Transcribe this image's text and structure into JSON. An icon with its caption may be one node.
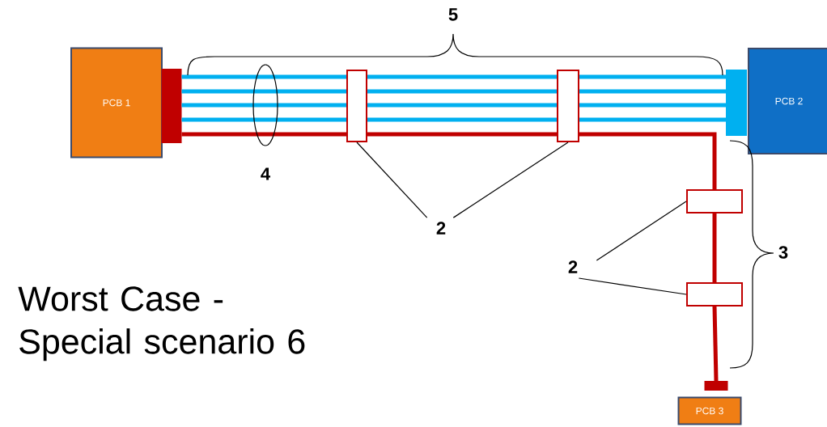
{
  "diagram": {
    "nodes": [
      {
        "text": [
          "PCB 1"
        ]
      },
      {
        "text": [
          "PCB 2"
        ]
      },
      {
        "text": [
          "PCB 3"
        ]
      },
      {
        "text": [],
        "shape": "box"
      },
      {
        "text": [],
        "shape": "box"
      },
      {
        "text": [],
        "shape": "box"
      },
      {
        "text": [],
        "shape": "box"
      },
      {
        "text": [],
        "shape": "box"
      },
      {
        "text": [],
        "shape": "box"
      },
      {
        "text": [],
        "shape": "box"
      },
      {
        "text": [
          "2"
        ]
      },
      {
        "text": [
          "2"
        ]
      }
    ],
    "edges": [
      {
        "from": 3,
        "to": 6,
        "arrow": "none",
        "color": "#00b0f0"
      },
      {
        "from": 6,
        "to": 7,
        "arrow": "none",
        "color": "#00b0f0"
      },
      {
        "from": 7,
        "to": 4,
        "arrow": "none",
        "color": "#00b0f0"
      },
      {
        "from": 3,
        "to": 6,
        "arrow": "none",
        "color": "#00b0f0"
      },
      {
        "from": 6,
        "to": 7,
        "arrow": "none",
        "color": "#00b0f0"
      },
      {
        "from": 7,
        "to": 4,
        "arrow": "none",
        "color": "#00b0f0"
      },
      {
        "from": 3,
        "to": 6,
        "arrow": "none",
        "color": "#00b0f0"
      },
      {
        "from": 6,
        "to": 7,
        "arrow": "none",
        "color": "#00b0f0"
      },
      {
        "from": 7,
        "to": 4,
        "arrow": "none",
        "color": "#00b0f0"
      },
      {
        "from": 3,
        "to": 6,
        "arrow": "none",
        "color": "#00b0f0"
      },
      {
        "from": 6,
        "to": 7,
        "arrow": "none",
        "color": "#00b0f0"
      },
      {
        "from": 7,
        "to": 4,
        "arrow": "none",
        "color": "#00b0f0"
      },
      {
        "from": 3,
        "to": 6,
        "arrow": "none",
        "color": "#c00000"
      },
      {
        "from": 6,
        "to": 7,
        "arrow": "none",
        "color": "#c00000"
      },
      {
        "from": 7,
        "to": 8,
        "arrow": "none",
        "color": "#c00000"
      },
      {
        "from": 8,
        "to": 9,
        "arrow": "none",
        "color": "#c00000"
      },
      {
        "from": 9,
        "to": 5,
        "arrow": "none",
        "color": "#c00000"
      },
      {
        "from": 10,
        "to": 6,
        "arrow": "none",
        "color": "#000000"
      },
      {
        "from": 10,
        "to": 7,
        "arrow": "none",
        "color": "#000000"
      },
      {
        "from": 11,
        "to": 8,
        "arrow": "none",
        "color": "#000000"
      },
      {
        "from": 11,
        "to": 9,
        "arrow": "none",
        "color": "#000000"
      }
    ],
    "labels": [
      "5",
      "4",
      "3",
      "Worst Case - Special scenario 6"
    ]
  }
}
